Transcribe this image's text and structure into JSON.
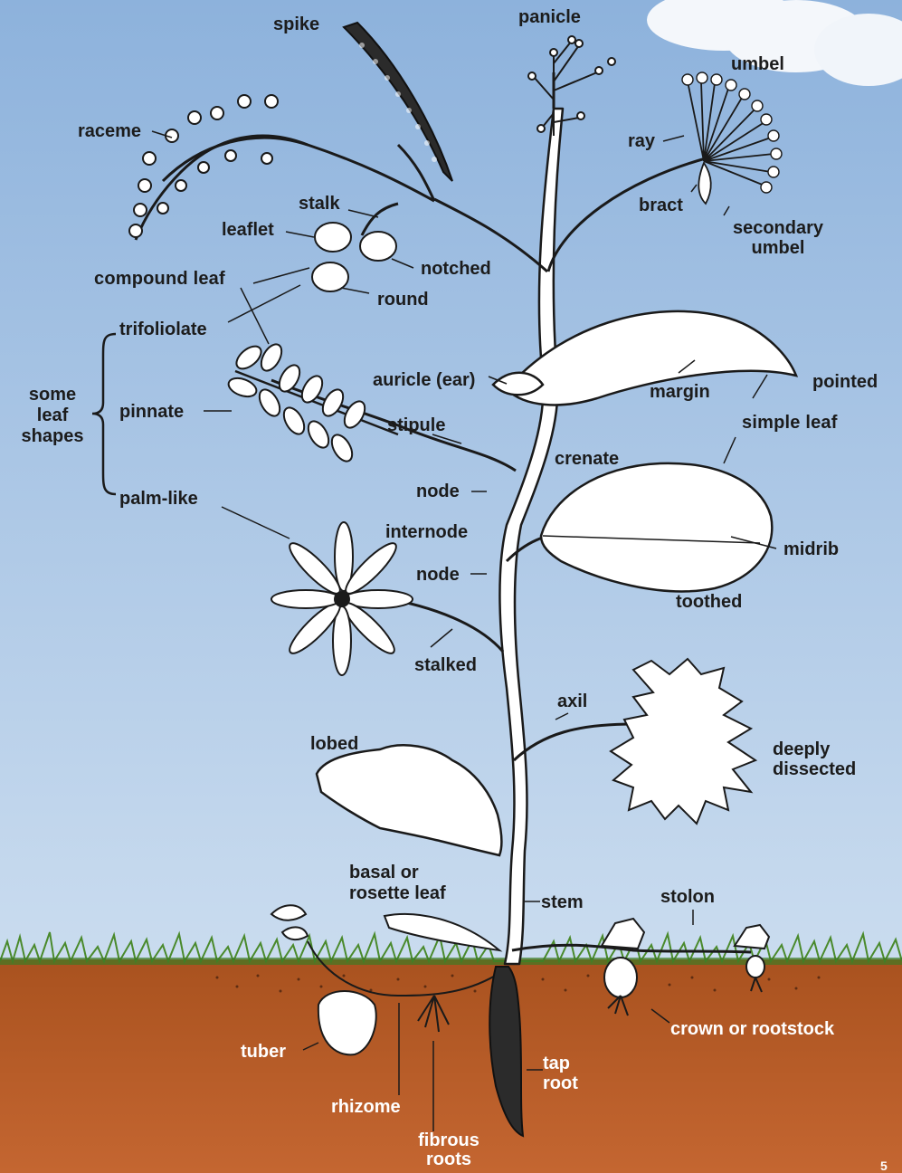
{
  "colors": {
    "sky_top": "#8eb3dd",
    "sky_bottom": "#c8daee",
    "soil": "#b95d27",
    "soil_dark": "#8e4318",
    "grass": "#4c8c2d",
    "leaf_fill": "#ffffff",
    "ink": "#1a1a1a",
    "label_dark": "#1c1c1c",
    "label_light": "#ffffff"
  },
  "labels": {
    "spike": "spike",
    "panicle": "panicle",
    "umbel": "umbel",
    "raceme": "raceme",
    "ray": "ray",
    "bract": "bract",
    "secondary_umbel_1": "secondary",
    "secondary_umbel_2": "umbel",
    "stalk": "stalk",
    "leaflet": "leaflet",
    "notched": "notched",
    "compound_leaf": "compound leaf",
    "round": "round",
    "trifoliolate": "trifoliolate",
    "some_leaf_shapes_1": "some",
    "some_leaf_shapes_2": "leaf",
    "some_leaf_shapes_3": "shapes",
    "pinnate": "pinnate",
    "auricle": "auricle (ear)",
    "margin": "margin",
    "pointed": "pointed",
    "simple_leaf": "simple leaf",
    "stipule": "stipule",
    "crenate": "crenate",
    "palm_like": "palm-like",
    "node_upper": "node",
    "internode": "internode",
    "midrib": "midrib",
    "node_lower": "node",
    "toothed": "toothed",
    "stalked": "stalked",
    "axil": "axil",
    "lobed": "lobed",
    "deeply_dissected_1": "deeply",
    "deeply_dissected_2": "dissected",
    "basal_1": "basal or",
    "basal_2": "rosette leaf",
    "stem": "stem",
    "stolon": "stolon",
    "tuber": "tuber",
    "crown": "crown or rootstock",
    "tap_root_1": "tap",
    "tap_root_2": "root",
    "rhizome": "rhizome",
    "fibrous_1": "fibrous",
    "fibrous_2": "roots"
  },
  "page_number": "5"
}
